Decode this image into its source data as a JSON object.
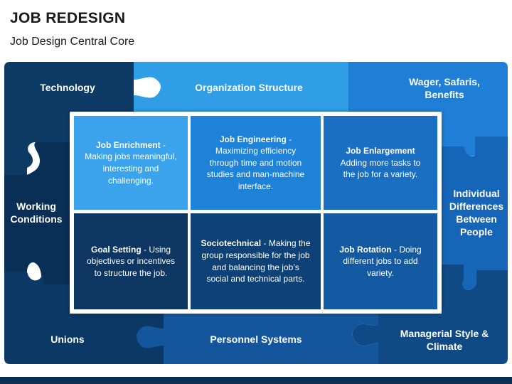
{
  "header": {
    "title": "JOB REDESIGN",
    "subtitle": "Job Design Central Core"
  },
  "outer_pieces": [
    {
      "id": "technology",
      "label": "Technology",
      "color": "#0e3a66"
    },
    {
      "id": "organization-structure",
      "label": "Organization Structure",
      "color": "#2f9ee6"
    },
    {
      "id": "wager-safaris-benefits",
      "label": "Wager, Safaris, Benefits",
      "color": "#1f7fd6"
    },
    {
      "id": "working-conditions",
      "label": "Working Conditions",
      "color": "#0a2f57"
    },
    {
      "id": "individual-differences",
      "label": "Individual Differences Between People",
      "color": "#1565b8"
    },
    {
      "id": "unions",
      "label": "Unions",
      "color": "#0c3866"
    },
    {
      "id": "personnel-systems",
      "label": "Personnel Systems",
      "color": "#14569c"
    },
    {
      "id": "managerial-style",
      "label": "Managerial Style & Climate",
      "color": "#0f4a86"
    }
  ],
  "core_cells": [
    {
      "id": "job-enrichment",
      "heading": "Job Enrichment",
      "text": "Making jobs meaningful, interesting and challenging.",
      "color": "#3aa3ec"
    },
    {
      "id": "job-engineering",
      "heading": "Job Engineering",
      "text": "Maximizing efficiency through time and motion studies and man-machine interface.",
      "color": "#1e82d8"
    },
    {
      "id": "job-enlargement",
      "heading": "Job Enlargement",
      "text": "Adding more tasks to the job for a variety.",
      "color": "#1a6fc2"
    },
    {
      "id": "goal-setting",
      "heading": "Goal Setting",
      "text": "Using objectives or incentives to structure the job.",
      "color": "#0d3663"
    },
    {
      "id": "sociotechnical",
      "heading": "Sociotechnical",
      "text": "Making the group responsible for the job and balancing the job’s social and technical parts.",
      "color": "#0e4175"
    },
    {
      "id": "job-rotation",
      "heading": "Job Rotation",
      "text": "Doing different jobs to add variety.",
      "color": "#145aa3"
    }
  ],
  "separator": " - "
}
